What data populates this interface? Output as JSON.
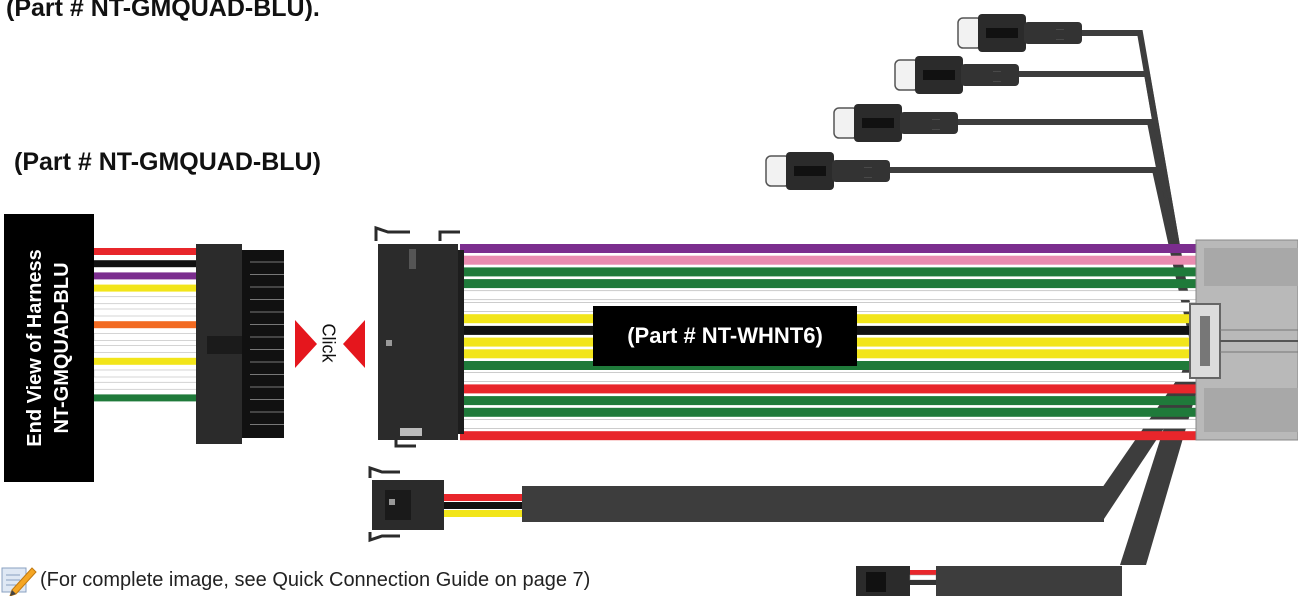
{
  "labels": {
    "top_title": "(Part # NT-GMQUAD-BLU).",
    "part_title": "(Part # NT-GMQUAD-BLU)",
    "end_view_line1": "End View of Harness",
    "end_view_line2": "NT-GMQUAD-BLU",
    "click": "Click",
    "whnt6": "(Part # NT-WHNT6)",
    "note": "(For complete image, see Quick Connection Guide on page 7)"
  },
  "icons": {
    "note": "pencil-note-icon"
  },
  "colors": {
    "red": "#e8262b",
    "black": "#111111",
    "purple": "#7b2d8e",
    "pink": "#e98bb0",
    "green": "#1f7a3a",
    "yellow": "#f2e51a",
    "orange": "#f26a21",
    "white": "#ffffff",
    "connector": "#2b2b2b",
    "cable": "#3d3d3d",
    "housing": "#b9b9b9",
    "arrow": "#e5161d"
  },
  "end_view_wires": [
    "red",
    "black",
    "purple",
    "yellow",
    "white",
    "white",
    "orange",
    "white",
    "white",
    "yellow",
    "white",
    "white",
    "green"
  ],
  "harness_wires": [
    "purple",
    "pink",
    "green",
    "green",
    "white",
    "white",
    "yellow",
    "black",
    "yellow",
    "yellow",
    "green",
    "white",
    "red",
    "green",
    "green",
    "white",
    "red"
  ],
  "aux_wires": [
    "red",
    "black",
    "yellow"
  ],
  "small_connectors": [
    {
      "id": "antenna-connector-1"
    },
    {
      "id": "antenna-connector-2"
    },
    {
      "id": "antenna-connector-3"
    },
    {
      "id": "antenna-connector-4"
    }
  ]
}
